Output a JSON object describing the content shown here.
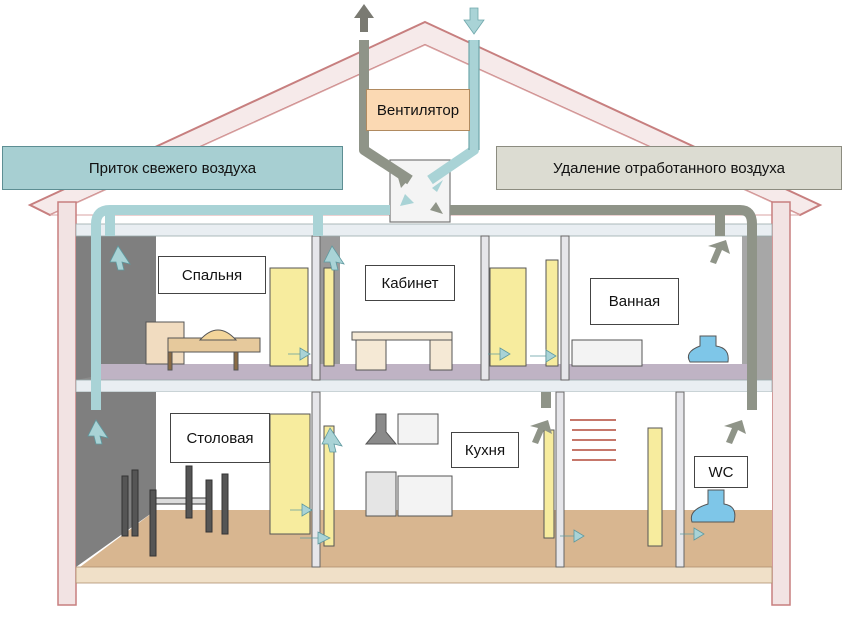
{
  "labels": {
    "ventilator": "Вентилятор",
    "supply_banner": "Приток свежего воздуха",
    "exhaust_banner": "Удаление отработанного воздуха",
    "rooms": {
      "bedroom": "Спальня",
      "office": "Кабинет",
      "bathroom": "Ванная",
      "dining": "Столовая",
      "kitchen": "Кухня",
      "wc": "WC"
    }
  },
  "colors": {
    "fresh_air": "#a9d3d6",
    "exhaust_air": "#8f9488",
    "ventilator_box": "#fbd9b3",
    "house_outline": "#d08a8a",
    "floor_lower": "#d8b690",
    "floor_upper": "#bfb3c4",
    "door": "#f7ec9e"
  },
  "icons": [
    "ventilation-unit-icon",
    "range-hood-icon",
    "toilet-icon",
    "stove-icon",
    "sink-icon",
    "staircase-icon"
  ]
}
